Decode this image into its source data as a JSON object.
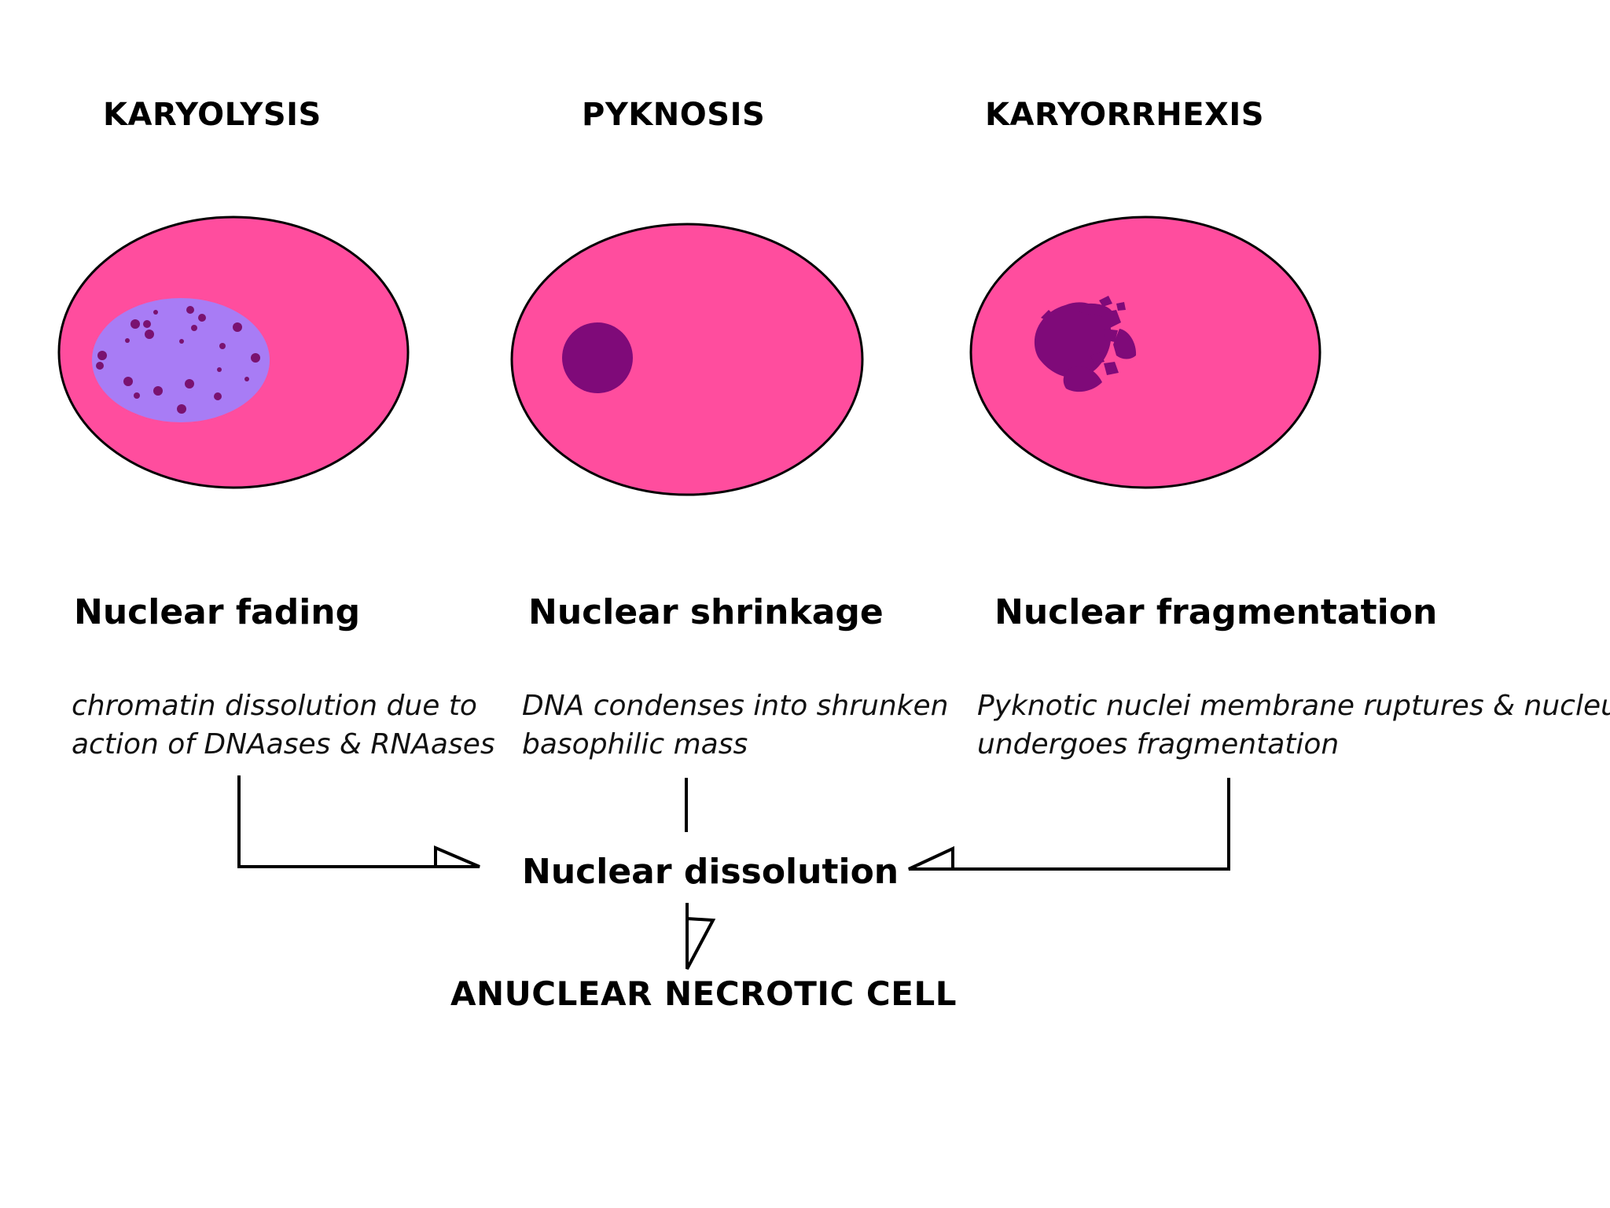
{
  "stages": [
    {
      "title": "KARYOLYSIS",
      "subtitle": "Nuclear fading",
      "description": "chromatin dissolution due to\naction of DNAases & RNAases"
    },
    {
      "title": "PYKNOSIS",
      "subtitle": "Nuclear shrinkage",
      "description": "DNA condenses into shrunken\nbasophilic mass"
    },
    {
      "title": "KARYORRHEXIS",
      "subtitle": "Nuclear fragmentation",
      "description": "Pyknotic nuclei membrane ruptures & nucleus\nundergoes fragmentation"
    }
  ],
  "result": "Nuclear dissolution",
  "final": "ANUCLEAR NECROTIC CELL",
  "colors": {
    "cell_fill": "#ff4d9e",
    "faded_nucleus": "#a87cf5",
    "chromatin": "#7a1270",
    "dense_nucleus": "#7f0a79"
  }
}
